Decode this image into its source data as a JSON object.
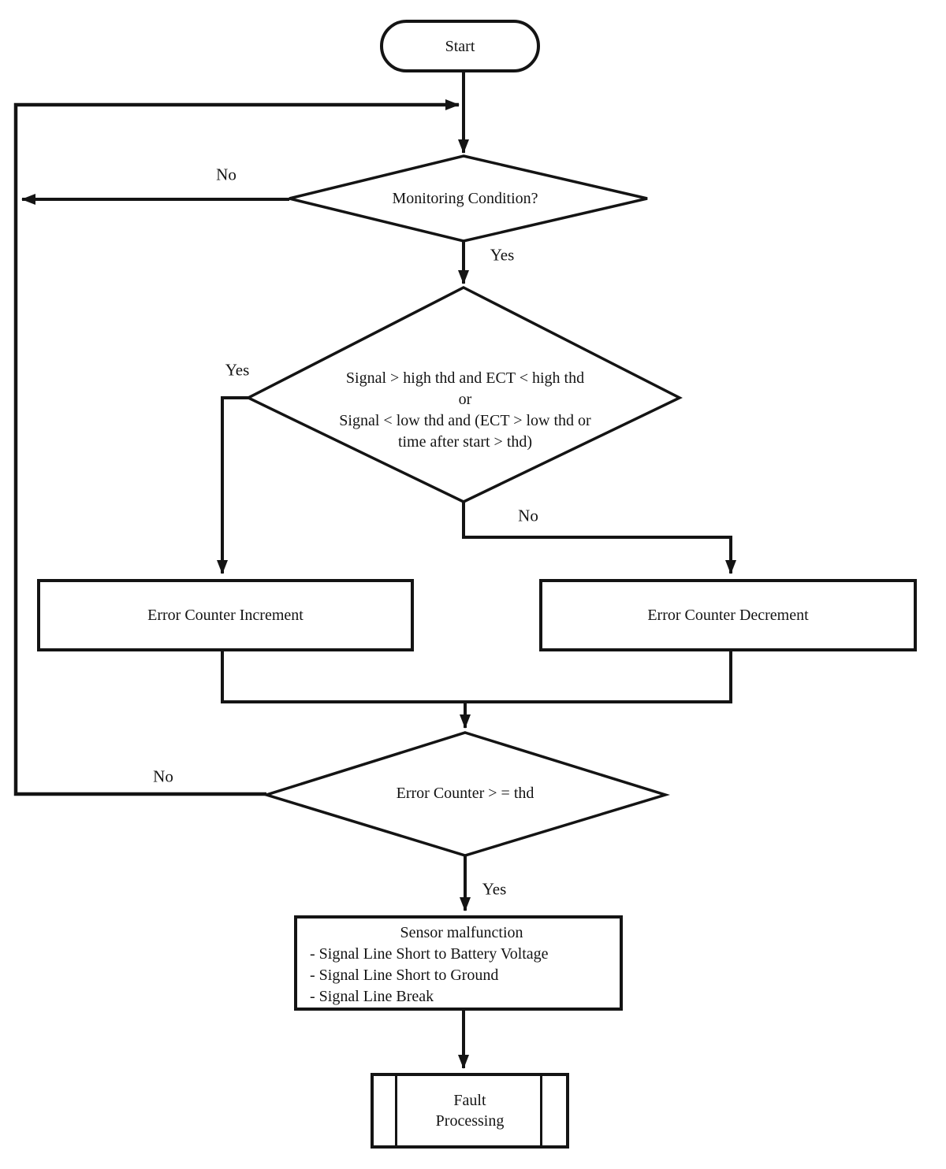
{
  "colors": {
    "ink": "#141414",
    "background": "#ffffff"
  },
  "nodes": {
    "start": {
      "label": "Start"
    },
    "monitoring": {
      "label": "Monitoring Condition?"
    },
    "signal_check": {
      "label": "Signal > high thd and ECT < high thd\nor\nSignal < low thd and (ECT > low thd or\ntime after start > thd)"
    },
    "increment": {
      "label": "Error Counter Increment"
    },
    "decrement": {
      "label": "Error Counter Decrement"
    },
    "counter_check": {
      "label": "Error Counter > = thd"
    },
    "malfunction": {
      "title": "Sensor malfunction",
      "items": [
        "- Signal Line Short to Battery Voltage",
        "- Signal Line Short to Ground",
        "- Signal Line Break"
      ]
    },
    "fault": {
      "label": "Fault\nProcessing"
    }
  },
  "edge_labels": {
    "monitoring_no": "No",
    "monitoring_yes": "Yes",
    "signal_yes": "Yes",
    "signal_no": "No",
    "counter_no": "No",
    "counter_yes": "Yes"
  }
}
